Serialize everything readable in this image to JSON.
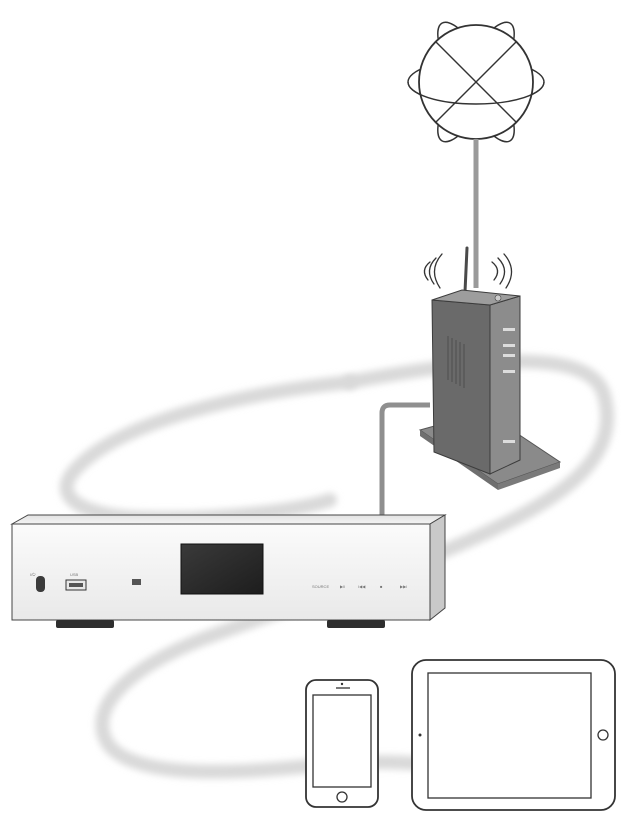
{
  "colors": {
    "background": "#ffffff",
    "outline": "#333333",
    "cable": "#9a9a9a",
    "wireless_loop": "#d8d8d8",
    "player_front": "#f7f7f7",
    "display": "#2b2b2b",
    "router_body": "#7d7d7d",
    "router_side": "#5e5e5e",
    "router_base": "#8a8a8a"
  },
  "player": {
    "usb_label": "USB",
    "button_labels": [
      "SOURCE",
      "▶II",
      "I◀◀",
      "■",
      "▶▶I"
    ]
  },
  "icons": [
    "internet-globe-icon",
    "wifi-signal-icon",
    "router-icon",
    "network-audio-player-icon",
    "smartphone-icon",
    "tablet-icon"
  ]
}
